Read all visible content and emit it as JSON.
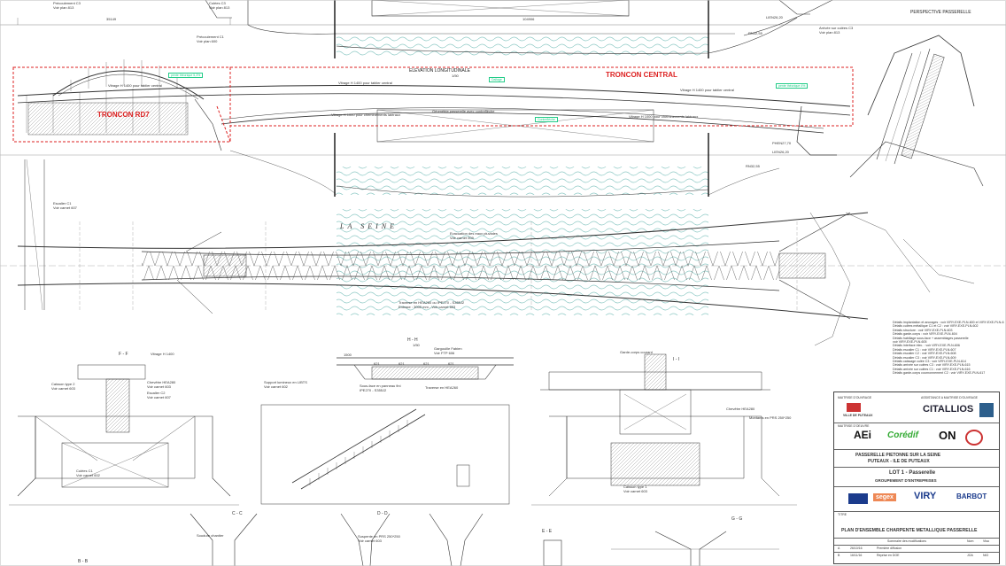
{
  "sheet": {
    "elevation_title": "ELEVATION LONGITUDINALE",
    "elevation_scale": "1/50",
    "perspective_title": "PERSPECTIVE PASSERELLE",
    "troncon_central": "TRONCON CENTRAL",
    "troncon_rd7": "TRONCON RD7",
    "river": "LA SEINE",
    "dim_left": "35149",
    "dim_mid": "104906",
    "levels": {
      "rn_top": "RN32,55",
      "rn_mid": "RN32,55",
      "phen": "PHEN27,70",
      "lien": "LIEN26,20",
      "lien_top": "LIEN26,20"
    },
    "green_tags": {
      "pente_1": "pente théorique 5,3%",
      "pente_2": "pente théorique 4%",
      "dalles": "Dallage",
      "contreflèche": "Contreflèche"
    },
    "annotations": {
      "vitrage_1": "Vitrage H 1400 pour tablier central",
      "vitrage_2": "Vitrage H 1400 pour tablier central",
      "vitrage_3": "Vitrage H 1400 pour tablier central",
      "vitrage_4": "Vitrage H 1000 pour cheminements latéraux",
      "vitrage_5": "Vitrage H 1000 pour cheminements latéraux",
      "geometrie": "Géométrie passerelle avec contreflèche",
      "evacuation": "Evacuation des eaux pluviales",
      "evacuation_ref": "Voir carnet 509",
      "traverse": "Traverse en HEA260 ou IPE270 - S355J2",
      "traverse_ref": "Entraxe : 3000 mm - Voir carnet 603",
      "precoulement": "Précoulement C3",
      "precoulement_ref": "Voir plan 813",
      "culees": "Culées C3",
      "culees_ref": "Voir plan 813",
      "arrivee": "Arrivée sur culées C3",
      "arrivee_ref": "Voir plan 813",
      "precoulement_c1": "Précoulement C1",
      "precoulement_c1_ref": "Voir plan 600",
      "escalier_c1": "Escalier C1",
      "escalier_c1_ref": "Voir carnet 607"
    },
    "section_labels": {
      "ff": "F - F",
      "hh": "H - H",
      "ii": "I - I",
      "cc": "C - C",
      "dd": "D - D",
      "ee": "E - E",
      "gg": "G - G",
      "bb": "B - B",
      "scale": "1/50"
    },
    "section_notes": {
      "caisson2": "Caisson type 2",
      "caisson2_ref": "Voir carnet 603",
      "caisson1": "Caisson type 1",
      "caisson1_ref": "Voir carnet 603",
      "chevetre": "Chevêtre HEA280",
      "chevetre_ref": "Voir carnet 603",
      "escalier_c2": "Escalier C2",
      "escalier_c2_ref": "Voir carnet 607",
      "garde_corps": "Garde-corps courant",
      "vitrage_ff": "Vitrage H 1400",
      "culees_c1": "Culées C1",
      "culees_c1_ref": "Voir carnet 602",
      "soudure": "Soudure chantier",
      "suspente": "Suspente en PRS 250*250",
      "suspente_ref": "Voir carnet 603",
      "gargouille": "Gargouille Fabien",
      "gargouille_ref": "Voir FTP 606",
      "support": "Support lumineux en LIBTS",
      "support_ref": "Voir carnet 602",
      "sous_face": "Sous-face en panneau fini",
      "sous_face_ref": "IPE270 - S355J2",
      "poutre_hh": "Traverse en HEA260",
      "montants": "Montants en PRS 250*250",
      "chevetre_i": "Chevêtre HEA280",
      "dim_1500": "1500",
      "dim_621a": "621",
      "dim_621b": "621",
      "dim_621c": "621",
      "dim_621d": "621"
    },
    "notes": [
      "Détails implantation et ancrages : voir VIRY-EXE-PLN-600 et VIRY-EXE-PLN-613",
      "Détails culées métallique C1 et C2 : voir VIRY-EXE-PLN-602",
      "Détails structure : voir VIRY-EXE-PLN-603",
      "Détails garde-corps : voir VIRY-EXE-PLN-604",
      "Détails habillage sous-face + assemblages passerelle",
      "voir VIRY-EXE-PLN-605",
      "Détails interface élec. : voir VIRY-EXE-PLN-606",
      "Détails escalier C1 : voir VIRY-EXE-PLN-607",
      "Détails escalier C2 : voir VIRY-EXE-PLN-608",
      "Détails escalier C3 : voir VIRY-EXE-PLN-609",
      "Détails caissage culée C3 : voir VIRY-EXE-PLN-614",
      "Détails arrivée sur culées C3 : voir VIRY-EXE-PLN-615",
      "Détails arrivée sur culées C1 : voir VIRY-EXE-PLN-616",
      "Détails garde-corps cournonnement C2 : voir VIRY-EXE-PLN-617"
    ],
    "cartouche": {
      "moa_label": "MAITRISE D'OUVRAGE",
      "amo_label": "ASSISTANCE A MAITRISE D'OUVRAGE",
      "moe_label": "MAITRISE D'OEUVRE",
      "citallios": "CITALLIOS",
      "ville": "VILLE DE PUTEAUX",
      "aei": "AEi",
      "coredif": "Corédif",
      "on": "ON",
      "project_1": "PASSERELLE PIETONNE SUR LA SEINE",
      "project_2": "PUTEAUX - ILE DE PUTEAUX",
      "lot": "LOT 1 - Passerelle",
      "groupement": "GROUPEMENT D'ENTREPRISES",
      "segex": "segex",
      "viry": "VIRY",
      "barbot": "BARBOT",
      "titre_label": "TITRE",
      "plan_title": "PLAN D'ENSEMBLE CHARPENTE METALLIQUE PASSERELLE",
      "modifs_header": "Sommaire des modifications",
      "rev_a": "A",
      "rev_a_date": "26/10/16",
      "rev_a_text": "Première diffusion",
      "rev_b": "B",
      "rev_b_date": "16/11/16",
      "rev_b_text": "Reprise en DOE",
      "col_nom": "Nom",
      "col_visa": "Visa",
      "col_nom_b": "JOA",
      "col_visa_b": "NIO"
    },
    "colors": {
      "red": "#dd2222",
      "green": "#22bb88",
      "water": "#8cc8c4",
      "line": "#333333"
    }
  }
}
